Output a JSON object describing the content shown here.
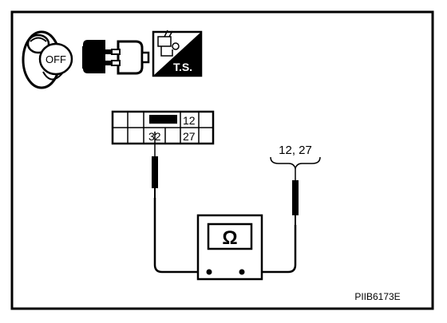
{
  "icons": {
    "ignition": {
      "name": "ignition-key-off-icon",
      "label": "OFF"
    },
    "connector": {
      "name": "connector-disconnect-icon"
    },
    "trouble_shooting": {
      "name": "trouble-shooting-icon",
      "label": "T.S."
    }
  },
  "connector": {
    "top_row": [
      "",
      "",
      "",
      "12",
      ""
    ],
    "bottom_row": [
      "",
      "",
      "32",
      "27",
      ""
    ]
  },
  "probe_label": "12, 27",
  "meter": {
    "symbol": "Ω"
  },
  "figure_code": "PIIB6173E"
}
